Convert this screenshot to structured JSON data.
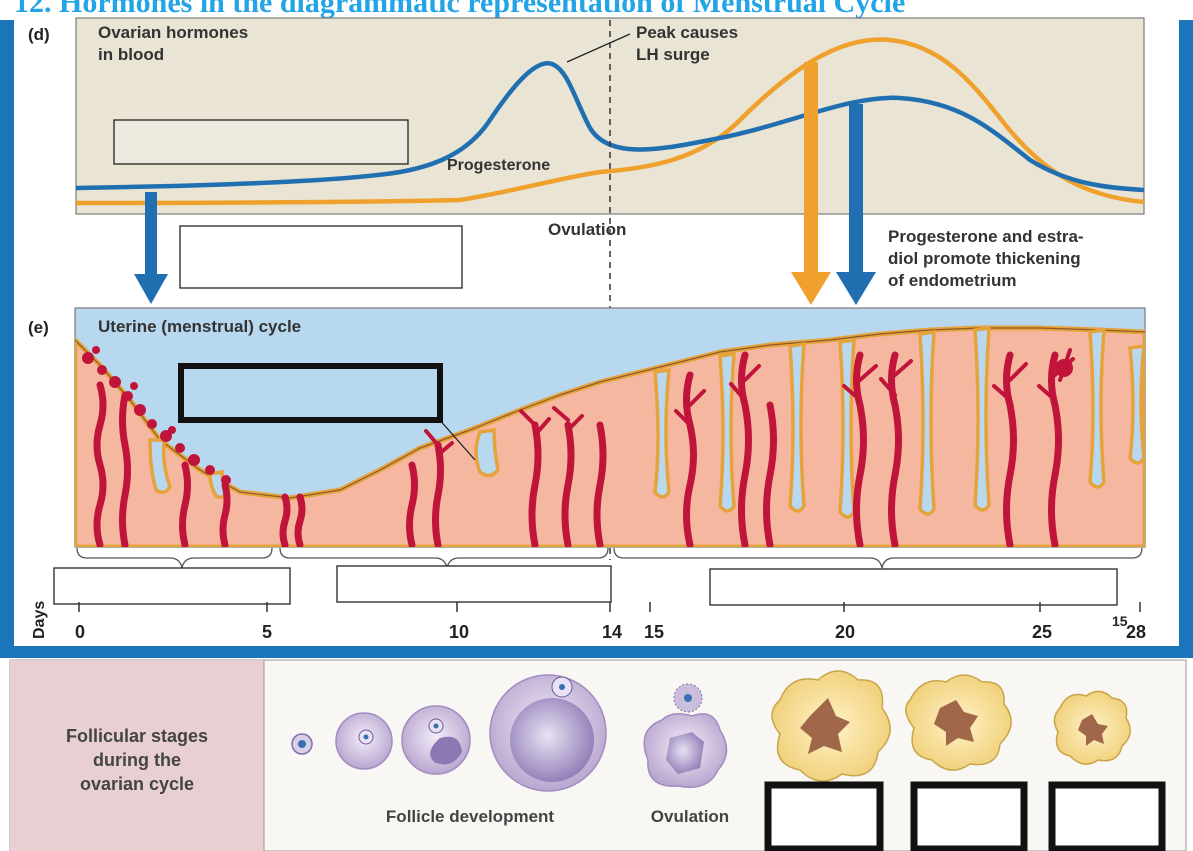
{
  "header": {
    "title": "12.  Hormones in the diagrammatic representation of Menstrual Cycle"
  },
  "panel_d": {
    "letter": "(d)",
    "title_line1": "Ovarian hormones",
    "title_line2": "in blood",
    "peak_line1": "Peak causes",
    "peak_line2": "LH surge",
    "progesterone_label": "Progesterone",
    "ovulation_label": "Ovulation",
    "note_line1": "Progesterone and estra-",
    "note_line2": "diol promote thickening",
    "note_line3": "of endometrium"
  },
  "panel_e": {
    "letter": "(e)",
    "title": "Uterine (menstrual) cycle"
  },
  "days": {
    "label": "Days",
    "ticks": [
      "0",
      "5",
      "10",
      "14",
      "15",
      "20",
      "25",
      "28"
    ],
    "stray_label": "15"
  },
  "follicular": {
    "label_line1": "Follicular stages",
    "label_line2": "during the",
    "label_line3": "ovarian cycle",
    "development_label": "Follicle development",
    "ovulation_label": "Ovulation"
  },
  "colors": {
    "estradiol": "#1f6fb1",
    "progesterone": "#f0a02c",
    "frame_blue": "#1b75bb",
    "panel_d_bg": "#e9e4d4",
    "uterine_sky": "#b7d8ee",
    "endometrium": "#f6b7a1",
    "vessels": "#c0143a",
    "corpus_luteum": "#fbe6a2"
  }
}
